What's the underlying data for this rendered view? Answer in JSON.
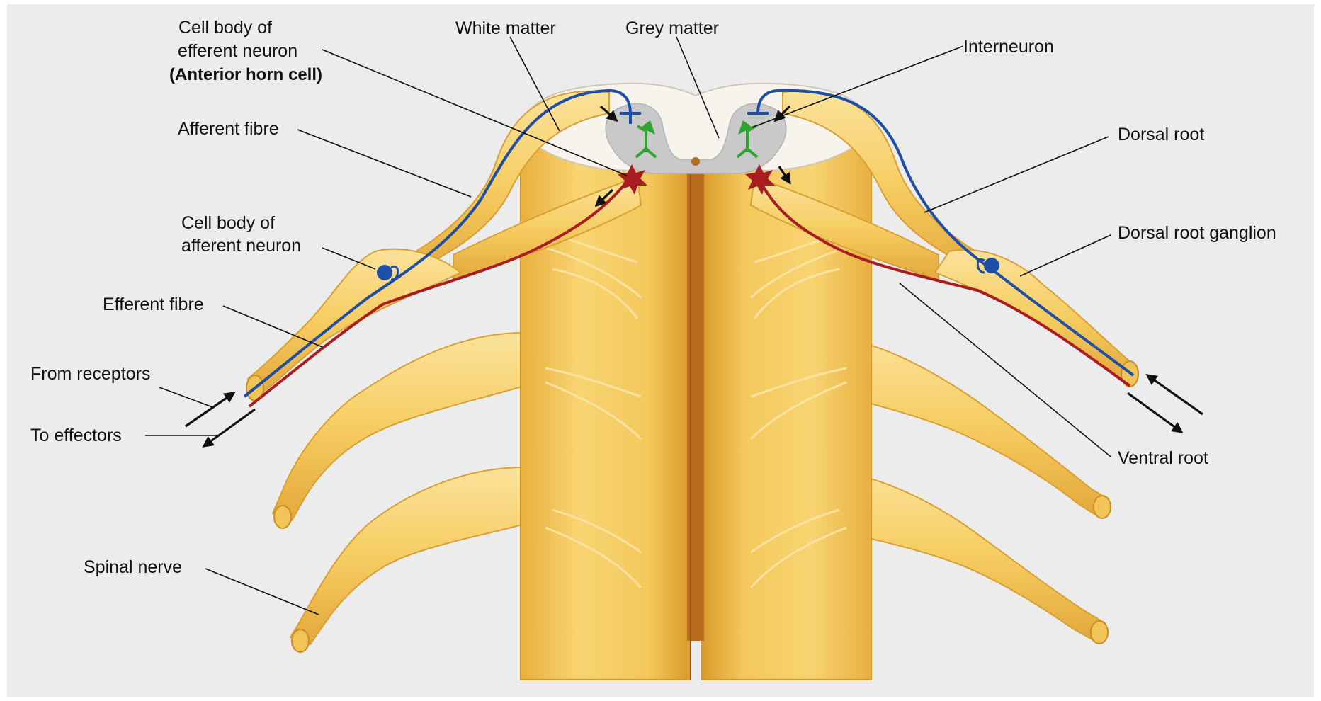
{
  "labels": {
    "cell_body_efferent_1": "Cell body of",
    "cell_body_efferent_2": "efferent neuron",
    "anterior_horn_cell": "(Anterior horn cell)",
    "white_matter": "White matter",
    "grey_matter": "Grey matter",
    "interneuron": "Interneuron",
    "afferent_fibre": "Afferent fibre",
    "dorsal_root": "Dorsal root",
    "cell_body_afferent_1": "Cell body of",
    "cell_body_afferent_2": "afferent neuron",
    "dorsal_root_ganglion": "Dorsal root ganglion",
    "efferent_fibre": "Efferent fibre",
    "from_receptors": "From receptors",
    "to_effectors": "To effectors",
    "ventral_root": "Ventral root",
    "spinal_nerve": "Spinal nerve"
  },
  "colors": {
    "background": "#ececec",
    "nerve_fill": "#f6cd62",
    "nerve_dark": "#e0a832",
    "nerve_light": "#fbe29b",
    "white_matter": "#f7f4ee",
    "grey_matter": "#c9c9c9",
    "afferent_neuron": "#1d4ea8",
    "efferent_neuron": "#a81c22",
    "interneuron": "#2fa32f",
    "leader_line": "#111111"
  }
}
